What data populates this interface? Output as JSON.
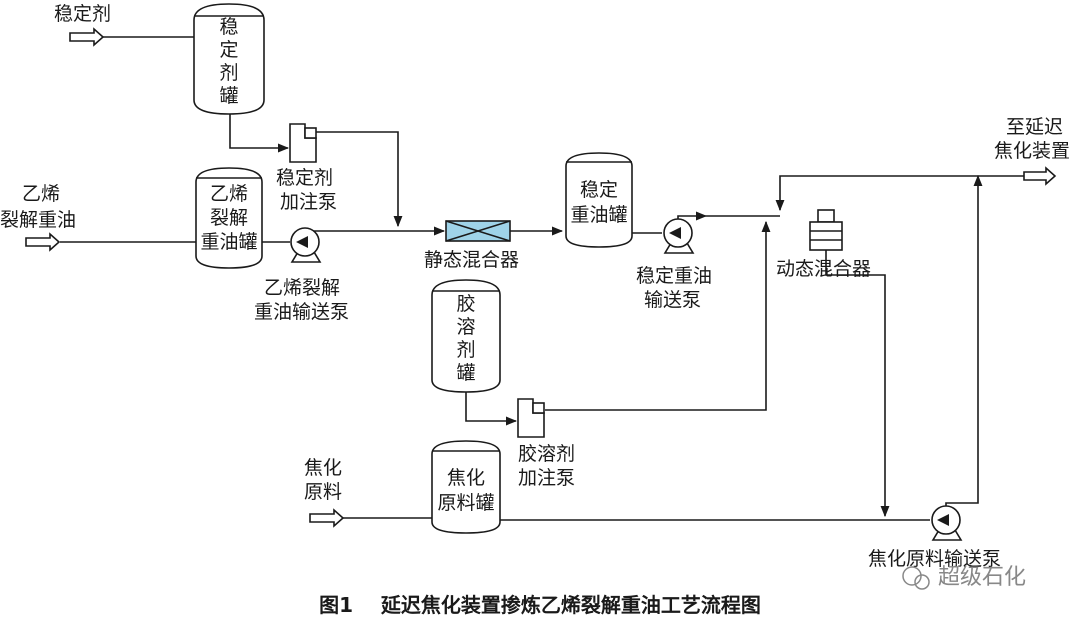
{
  "feeds": {
    "stabilizer": "稳定剂",
    "cracked_oil": [
      "乙烯",
      "裂解重油"
    ],
    "coking_feed": [
      "焦化",
      "原料"
    ]
  },
  "tanks": {
    "stabilizer_tank": [
      "稳",
      "定",
      "剂",
      "罐"
    ],
    "cracked_oil_tank": [
      "乙烯",
      "裂解",
      "重油罐"
    ],
    "stable_oil_tank": [
      "稳定",
      "重油罐"
    ],
    "gum_solvent_tank": [
      "胶",
      "溶",
      "剂",
      "罐"
    ],
    "coking_feed_tank": [
      "焦化",
      "原料罐"
    ]
  },
  "equipment": {
    "stabilizer_pump": [
      "稳定剂",
      "加注泵"
    ],
    "cracked_oil_pump": [
      "乙烯裂解",
      "重油输送泵"
    ],
    "static_mixer": "静态混合器",
    "stable_oil_pump": [
      "稳定重油",
      "输送泵"
    ],
    "dynamic_mixer": "动态混合器",
    "gum_solvent_pump": [
      "胶溶剂",
      "加注泵"
    ],
    "coking_feed_pump": "焦化原料输送泵"
  },
  "outlet": [
    "至延迟",
    "焦化装置"
  ],
  "caption": "图1    延迟焦化装置掺炼乙烯裂解重油工艺流程图",
  "watermark": "超级石化"
}
